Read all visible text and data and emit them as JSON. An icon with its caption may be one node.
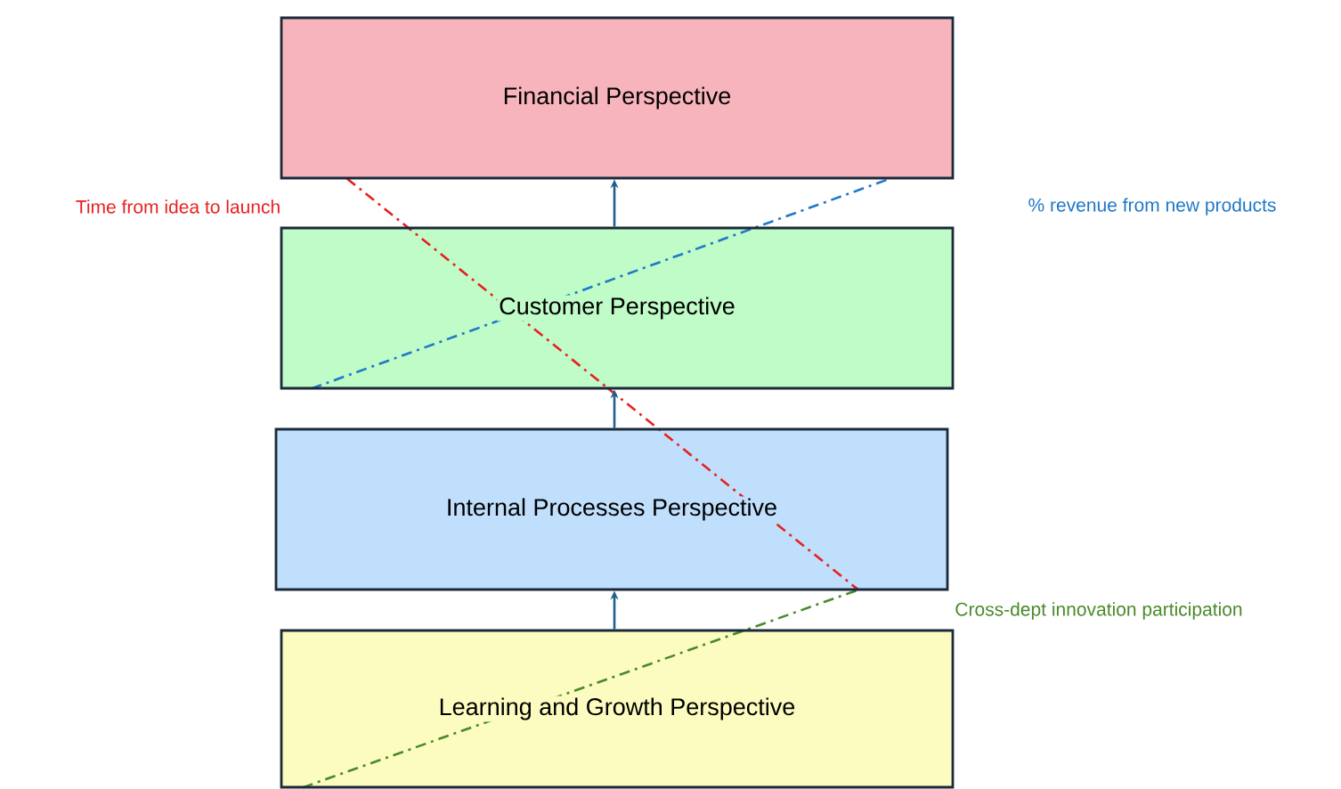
{
  "diagram": {
    "nodes": [
      {
        "text": [
          "Financial Perspective"
        ]
      },
      {
        "text": [
          "Customer Perspective"
        ]
      },
      {
        "text": [
          "Internal Processes Perspective"
        ]
      },
      {
        "text": [
          "Learning and Growth Perspective"
        ]
      }
    ],
    "edges": [
      {
        "from": 1,
        "to": 0,
        "arrow": "to"
      },
      {
        "from": 2,
        "to": 1,
        "arrow": "to"
      },
      {
        "from": 3,
        "to": 2,
        "arrow": "to"
      },
      {
        "from": 0,
        "to": 1,
        "arrow": "none",
        "style": "dashed",
        "color": "#e82020"
      },
      {
        "from": 1,
        "to": 2,
        "arrow": "none",
        "style": "dashed",
        "color": "#e82020"
      },
      {
        "from": 1,
        "to": 0,
        "arrow": "none",
        "style": "dashed",
        "color": "#1f78c8"
      },
      {
        "from": 3,
        "to": 2,
        "arrow": "none",
        "style": "dashed",
        "color": "#4a8a2a"
      }
    ],
    "labels": [
      "Time from idea to launch",
      "% revenue from new products",
      "Cross-dept innovation participation"
    ]
  }
}
